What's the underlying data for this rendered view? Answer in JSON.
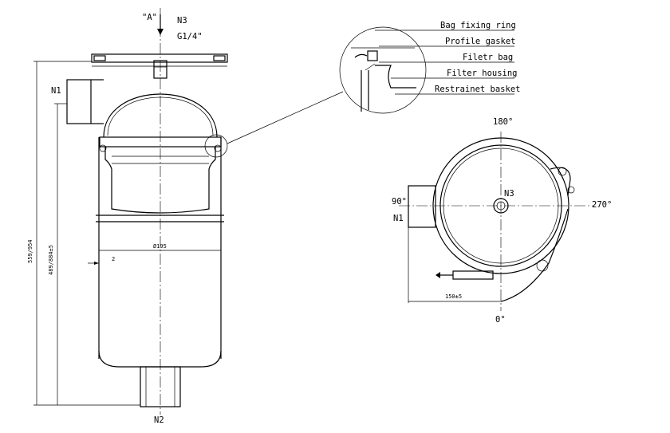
{
  "nozzles": {
    "view_a": "\"A\"",
    "n3_top": "N3",
    "n3_thread": "G1/4\"",
    "n1_left": "N1",
    "n2_bottom": "N2",
    "n3_plan": "N3",
    "n1_plan": "N1"
  },
  "dimensions": {
    "overall_height": "559/954",
    "inner_height": "489/884±5",
    "diameter": "Ø195",
    "wall": "2",
    "offset": "150±5"
  },
  "detail_labels": [
    "Bag fixing ring",
    "Profile gasket",
    "Filetr bag",
    "Filter housing",
    "Restrainet basket"
  ],
  "angles": {
    "a180": "180°",
    "a90": "90°",
    "a270": "270°",
    "a0": "0°"
  }
}
